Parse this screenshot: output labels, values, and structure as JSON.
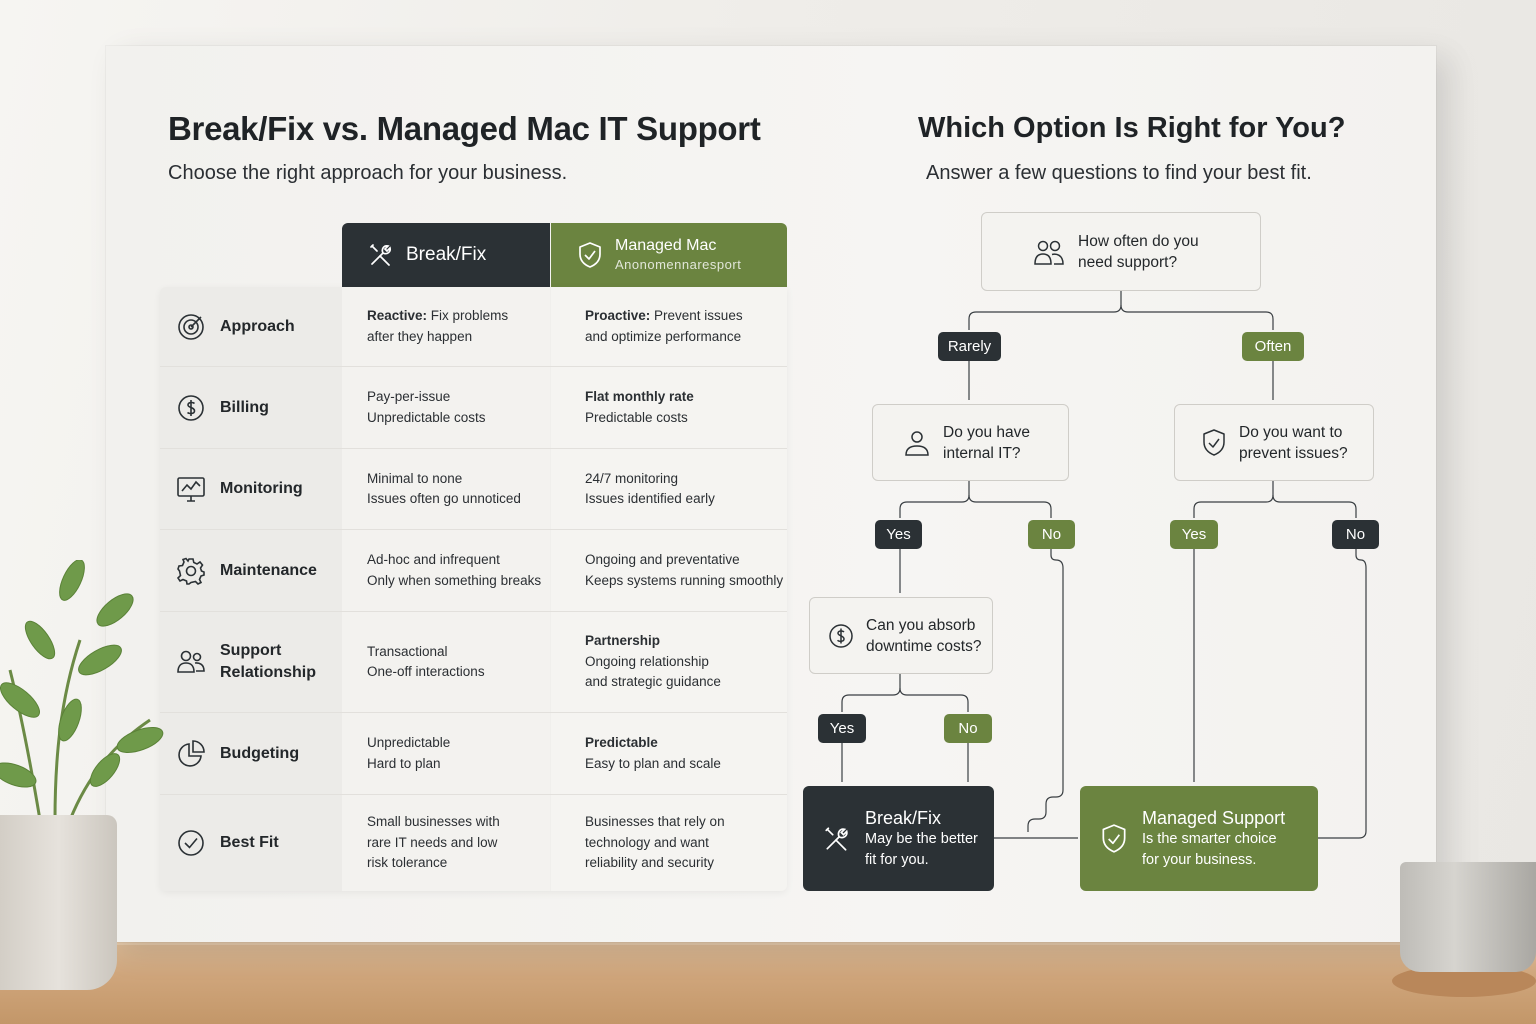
{
  "left": {
    "title": "Break/Fix vs. Managed Mac IT Support",
    "subtitle": "Choose the right approach for your business.",
    "columns": {
      "breakfix": "Break/Fix",
      "managed_line1": "Managed Mac",
      "managed_line2": "Anonomennaresport"
    },
    "rows": [
      {
        "label": "Approach",
        "icon": "target-icon",
        "bf_bold": "Reactive:",
        "bf_1": " Fix problems",
        "bf_2": "after they happen",
        "bf_3": "",
        "mg_bold": "Proactive:",
        "mg_1": " Prevent issues",
        "mg_2": "and optimize performance",
        "mg_3": ""
      },
      {
        "label": "Billing",
        "icon": "dollar-icon",
        "bf_bold": "",
        "bf_1": "Pay-per-issue",
        "bf_2": "Unpredictable costs",
        "bf_3": "",
        "mg_bold": "Flat monthly rate",
        "mg_1": "",
        "mg_2": "Predictable costs",
        "mg_3": ""
      },
      {
        "label": "Monitoring",
        "icon": "monitor-chart-icon",
        "bf_bold": "",
        "bf_1": "Minimal to none",
        "bf_2": "Issues often go unnoticed",
        "bf_3": "",
        "mg_bold": "",
        "mg_1": "24/7 monitoring",
        "mg_2": "Issues identified early",
        "mg_3": ""
      },
      {
        "label": "Maintenance",
        "icon": "gear-icon",
        "bf_bold": "",
        "bf_1": "Ad-hoc and infrequent",
        "bf_2": "Only when something breaks",
        "bf_3": "",
        "mg_bold": "",
        "mg_1": "Ongoing and preventative",
        "mg_2": "Keeps systems running smoothly",
        "mg_3": ""
      },
      {
        "label": "Support Relationship",
        "icon": "people-icon",
        "bf_bold": "",
        "bf_1": "Transactional",
        "bf_2": "One-off interactions",
        "bf_3": "",
        "mg_bold": "Partnership",
        "mg_1": "",
        "mg_2": "Ongoing relationship",
        "mg_3": "and strategic guidance"
      },
      {
        "label": "Budgeting",
        "icon": "pie-chart-icon",
        "bf_bold": "",
        "bf_1": "Unpredictable",
        "bf_2": "Hard to plan",
        "bf_3": "",
        "mg_bold": "Predictable",
        "mg_1": "",
        "mg_2": "Easy to plan and scale",
        "mg_3": ""
      },
      {
        "label": "Best Fit",
        "icon": "check-circle-icon",
        "bf_bold": "",
        "bf_1": "Small businesses with",
        "bf_2": "rare IT needs and low",
        "bf_3": "risk tolerance",
        "mg_bold": "",
        "mg_1": "Businesses that rely on",
        "mg_2": "technology and want",
        "mg_3": "reliability and security"
      }
    ]
  },
  "right": {
    "title": "Which Option Is Right for You?",
    "subtitle": "Answer a few questions to find your best fit.",
    "q1_a": "How often do you",
    "q1_b": "need support?",
    "rarely": "Rarely",
    "often": "Often",
    "q2_a": "Do you have",
    "q2_b": "internal IT?",
    "q3_a": "Do you want to",
    "q3_b": "prevent issues?",
    "yes": "Yes",
    "no": "No",
    "q4_a": "Can you absorb",
    "q4_b": "downtime costs?",
    "r1_title": "Break/Fix",
    "r1_a": "May be the better",
    "r1_b": "fit for you.",
    "r2_title": "Managed Support",
    "r2_a": "Is the smarter choice",
    "r2_b": "for your business."
  },
  "colors": {
    "dark": "#2b3135",
    "green": "#6b8440"
  }
}
